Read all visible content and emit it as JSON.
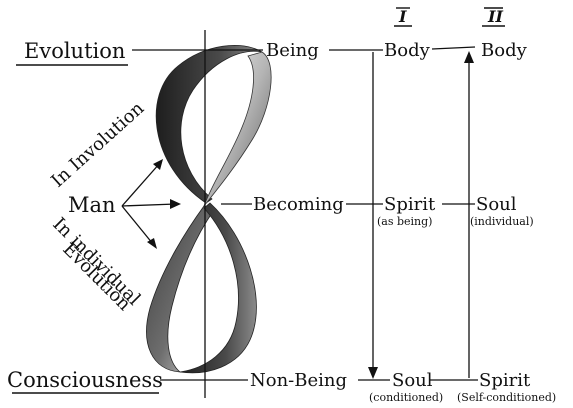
{
  "left_labels": {
    "evolution": "Evolution",
    "consciousness": "Consciousness",
    "man": "Man",
    "in_involution": "In Involution",
    "in_individual": "In individual",
    "evolution_branch": "Evolution"
  },
  "center_labels": {
    "being": "Being",
    "becoming": "Becoming",
    "non_being": "Non-Being"
  },
  "columns": {
    "col1": {
      "header": "I",
      "top": "Body",
      "middle": "Spirit",
      "middle_note": "(as being)",
      "bottom": "Soul",
      "bottom_note": "(conditioned)"
    },
    "col2": {
      "header": "II",
      "top": "Body",
      "middle": "Soul",
      "middle_note": "(individual)",
      "bottom": "Spirit",
      "bottom_note": "(Self-conditioned)"
    }
  },
  "colors": {
    "ink": "#111111",
    "ribbon_dark": "#3a3a3a",
    "ribbon_light": "#c8c8c8"
  }
}
